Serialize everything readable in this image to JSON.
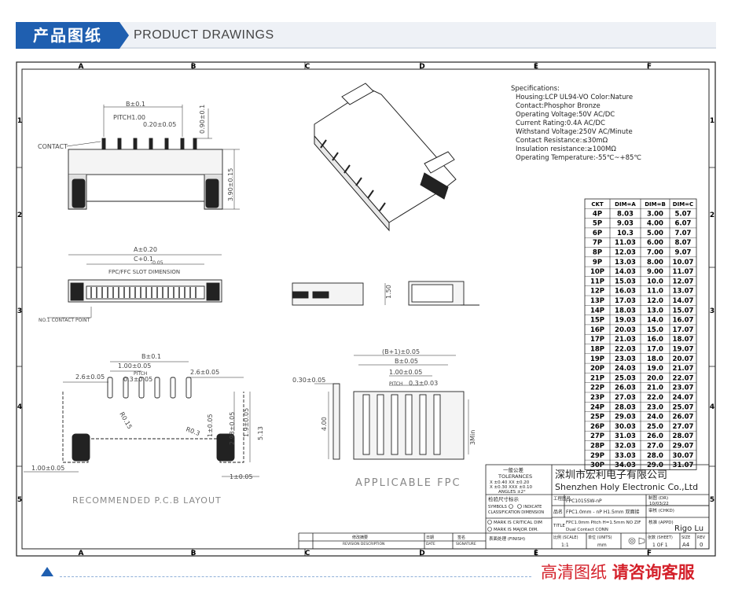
{
  "header": {
    "title_cn": "产品图纸",
    "title_en": "PRODUCT DRAWINGS"
  },
  "grid": {
    "cols": [
      "A",
      "B",
      "C",
      "D",
      "E",
      "F"
    ],
    "rows": [
      "1",
      "2",
      "3",
      "4",
      "5"
    ]
  },
  "specs": {
    "title": "Specifications:",
    "lines": [
      "Housing:LCP UL94-VO Color:Nature",
      "Contact:Phosphor Bronze",
      "Operating Voltage:50V AC/DC",
      "Current Rating:0.4A AC/DC",
      "Withstand Voltage:250V AC/Minute",
      "Contact Resistance:≤30mΩ",
      "Insulation resistance:≥100MΩ",
      "Operating Temperature:-55℃~+85℃"
    ]
  },
  "dim_table": {
    "headers": [
      "CKT",
      "DIM=A",
      "DIM=B",
      "DIM=C"
    ],
    "rows": [
      [
        "4P",
        "8.03",
        "3.00",
        "5.07"
      ],
      [
        "5P",
        "9.03",
        "4.00",
        "6.07"
      ],
      [
        "6P",
        "10.3",
        "5.00",
        "7.07"
      ],
      [
        "7P",
        "11.03",
        "6.00",
        "8.07"
      ],
      [
        "8P",
        "12.03",
        "7.00",
        "9.07"
      ],
      [
        "9P",
        "13.03",
        "8.00",
        "10.07"
      ],
      [
        "10P",
        "14.03",
        "9.00",
        "11.07"
      ],
      [
        "11P",
        "15.03",
        "10.0",
        "12.07"
      ],
      [
        "12P",
        "16.03",
        "11.0",
        "13.07"
      ],
      [
        "13P",
        "17.03",
        "12.0",
        "14.07"
      ],
      [
        "14P",
        "18.03",
        "13.0",
        "15.07"
      ],
      [
        "15P",
        "19.03",
        "14.0",
        "16.07"
      ],
      [
        "16P",
        "20.03",
        "15.0",
        "17.07"
      ],
      [
        "17P",
        "21.03",
        "16.0",
        "18.07"
      ],
      [
        "18P",
        "22.03",
        "17.0",
        "19.07"
      ],
      [
        "19P",
        "23.03",
        "18.0",
        "20.07"
      ],
      [
        "20P",
        "24.03",
        "19.0",
        "21.07"
      ],
      [
        "21P",
        "25.03",
        "20.0",
        "22.07"
      ],
      [
        "22P",
        "26.03",
        "21.0",
        "23.07"
      ],
      [
        "23P",
        "27.03",
        "22.0",
        "24.07"
      ],
      [
        "24P",
        "28.03",
        "23.0",
        "25.07"
      ],
      [
        "25P",
        "29.03",
        "24.0",
        "26.07"
      ],
      [
        "26P",
        "30.03",
        "25.0",
        "27.07"
      ],
      [
        "27P",
        "31.03",
        "26.0",
        "28.07"
      ],
      [
        "28P",
        "32.03",
        "27.0",
        "29.07"
      ],
      [
        "29P",
        "33.03",
        "28.0",
        "30.07"
      ],
      [
        "30P",
        "34.03",
        "29.0",
        "31.07"
      ]
    ]
  },
  "labels": {
    "contact": "CONTACT",
    "b01": "B±0.1",
    "pitch100": "PITCH1.00",
    "d020": "0.20±0.05",
    "h090": "0.90±0.1",
    "h390": "3.90±0.15",
    "a020": "A±0.20",
    "c01": "C+0.1",
    "c005": "-0.05",
    "fpc_slot": "FPC/FFC SLOT DIMENSION",
    "no1": "NO.1 CONTACT POINT",
    "h150": "1.50",
    "pcb_b": "B±0.1",
    "pcb_100": "1.00±0.05",
    "pcb_pitch": "PITCH",
    "pcb_03": "0.3±0.05",
    "pcb_26l": "2.6±0.05",
    "pcb_26r": "2.6±0.05",
    "pcb_r015": "R0.15",
    "pcb_r03": "R0.3",
    "pcb_1": "1±0.05",
    "pcb_298": "2.98±0.05",
    "pcb_19": "1.9±0.05",
    "pcb_513": "5.13",
    "pcb_100l": "1.00±0.05",
    "pcb_1r": "1±0.05",
    "pcb_title": "RECOMMENDED P.C.B LAYOUT",
    "fpc_b1": "(B+1)±0.05",
    "fpc_b": "B±0.05",
    "fpc_100": "1.00±0.05",
    "fpc_pitch": "PITCH",
    "fpc_03": "0.3±0.03",
    "fpc_030": "0.30±0.05",
    "fpc_400": "4.00",
    "fpc_3min": "3Min",
    "fpc_title": "APPLICABLE FPC"
  },
  "title_block": {
    "tol_title": "一般公差",
    "tol_en": "TOLERANCES",
    "tol_x": "X ±0.40  XX ±0.20",
    "tol_xx": "X ±0.30  XXX ±0.10",
    "tol_angle": "ANGLES  ±2°",
    "check_title": "检验尺寸标示",
    "symbols": "SYMBOLS",
    "indicate": "INDICATE",
    "classification": "CLASSIFICATION DIMENSION",
    "critical": "MARK IS CRITICAL DIM",
    "major": "MARK IS MAJOR DIM.",
    "company_cn": "深圳市宏利电子有限公司",
    "company_en": "Shenzhen Holy Electronic Co.,Ltd",
    "drawing_no_label": "工程图号",
    "drawing_no": "FPC1015SW-nP",
    "product_label": "品名",
    "product_cn": "FPC1.0mm - nP H1.5mm 双面接",
    "title_label": "TITLE",
    "title_en1": "FPC1.0mm Pitch H=1.5mm NO ZIF",
    "title_en2": "Dual Contact CONN",
    "finish": "表面处理 (FINISH)",
    "dr_label": "制图 (DR)",
    "dr_date": "10/03/22",
    "chkd": "审核 (CHKD)",
    "appd": "核准 (APPD)",
    "appd_name": "Rigo Lu",
    "scale_label": "比例 (SCALE)",
    "scale": "1:1",
    "units_label": "单位 (UNITS)",
    "units": "mm",
    "sheet_label": "张数 (SHEET)",
    "sheet": "1 OF 1",
    "size_label": "SIZE",
    "size": "A4",
    "rev_label": "REV",
    "rev": "0",
    "rev_cols": [
      "修改摘要",
      "日期",
      "签名"
    ],
    "rev_cols_en": [
      "REVISION DESCRIPTION",
      "DATE",
      "SIGNATURE"
    ]
  },
  "footer": {
    "red_text": "高清图纸",
    "bold_text": "请咨询客服"
  },
  "colors": {
    "brand_blue": "#1f5fb0",
    "footer_red": "#d4202a"
  }
}
